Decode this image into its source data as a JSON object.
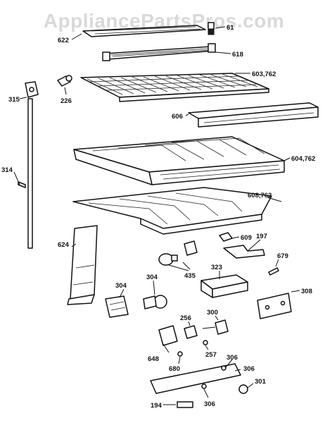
{
  "watermark": "AppliancePartsPros.com",
  "labels": {
    "p622": "622",
    "p61": "61",
    "p618": "618",
    "p315": "315",
    "p226": "226",
    "p603_762": "603,762",
    "p606": "606",
    "p604_762": "604,762",
    "p314": "314",
    "p608_762": "608,762",
    "p624": "624",
    "p609": "609",
    "p197": "197",
    "p679": "679",
    "p435": "435",
    "p323": "323",
    "p304a": "304",
    "p304b": "304",
    "p308": "308",
    "p256": "256",
    "p300": "300",
    "p648": "648",
    "p257": "257",
    "p680": "680",
    "p306a": "306",
    "p306b": "306",
    "p306c": "306",
    "p301": "301",
    "p194": "194"
  }
}
